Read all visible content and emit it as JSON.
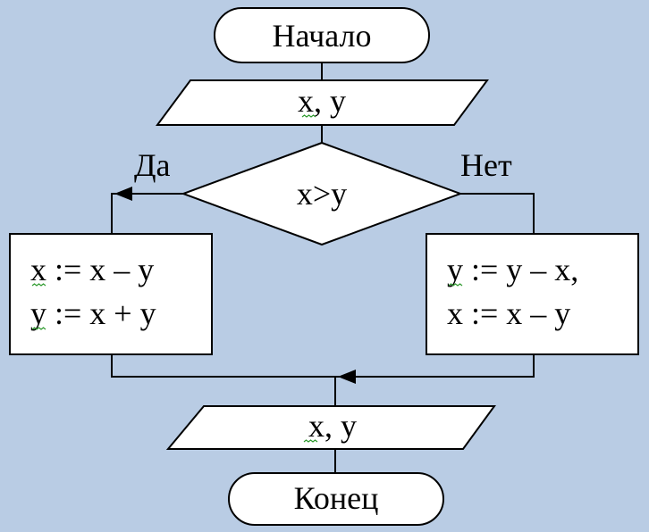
{
  "flowchart": {
    "start_label": "Начало",
    "input_label": "x, y",
    "condition_label": "x>y",
    "yes_label": "Да",
    "no_label": "Нет",
    "yes_branch": {
      "line1": "x := x – y",
      "line2": "y := x + y"
    },
    "no_branch": {
      "line1": "y := y – x,",
      "line2": "x := x – y"
    },
    "output_label": "x, y",
    "end_label": "Конец"
  },
  "colors": {
    "background": "#b9cce4",
    "shape_fill": "#ffffff",
    "stroke": "#000000",
    "spellcheck_underline": "#2e9a2e"
  }
}
